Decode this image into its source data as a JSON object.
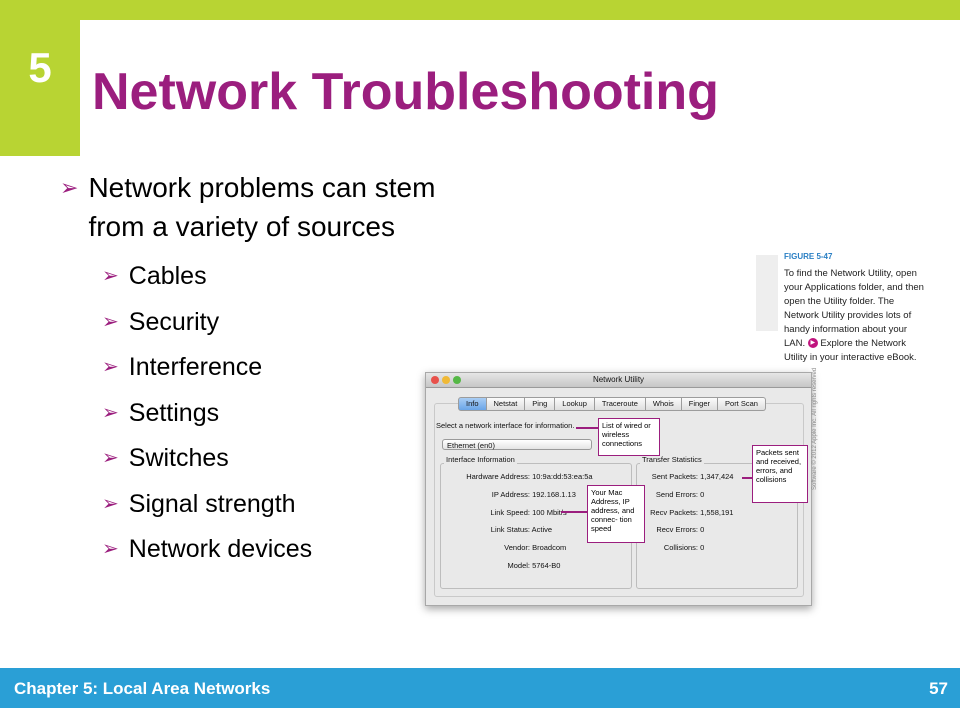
{
  "slide": {
    "chapter_number": "5",
    "title": "Network Troubleshooting",
    "main_bullet": "Network problems can stem from a variety of sources",
    "sub_bullets": [
      "Cables",
      "Security",
      "Interference",
      "Settings",
      "Switches",
      "Signal strength",
      "Network devices"
    ]
  },
  "figure": {
    "label": "FIGURE 5-47",
    "caption_part1": "To find the Network Utility, open your Applications folder, and then open the Utility folder. The Network Utility provides lots of handy information about your LAN.",
    "caption_part2": "Explore the Network Utility in your interactive eBook."
  },
  "window": {
    "title": "Network Utility",
    "tabs": [
      "Info",
      "Netstat",
      "Ping",
      "Lookup",
      "Traceroute",
      "Whois",
      "Finger",
      "Port Scan"
    ],
    "active_tab": "Info",
    "select_prompt": "Select a network interface for information.",
    "interface_selected": "Ethernet (en0)",
    "interface_info_title": "Interface Information",
    "interface_info": [
      {
        "key": "Hardware Address:",
        "value": "10:9a:dd:53:ea:5a"
      },
      {
        "key": "IP Address:",
        "value": "192.168.1.13"
      },
      {
        "key": "Link Speed:",
        "value": "100 Mbit/s"
      },
      {
        "key": "Link Status:",
        "value": "Active"
      },
      {
        "key": "Vendor:",
        "value": "Broadcom"
      },
      {
        "key": "Model:",
        "value": "5764-B0"
      }
    ],
    "transfer_stats_title": "Transfer Statistics",
    "transfer_stats": [
      {
        "key": "Sent Packets:",
        "value": "1,347,424"
      },
      {
        "key": "Send Errors:",
        "value": "0"
      },
      {
        "key": "Recv Packets:",
        "value": "1,558,191"
      },
      {
        "key": "Recv Errors:",
        "value": "0"
      },
      {
        "key": "Collisions:",
        "value": "0"
      }
    ],
    "callouts": {
      "wired": "List of wired or wireless connections",
      "mac": "Your Mac Address, IP address, and connec- tion speed",
      "packets": "Packets sent and received, errors, and collisions"
    },
    "copyright": "Software © 2012 Apple Inc. All rights reserved"
  },
  "footer": {
    "left": "Chapter 5: Local Area Networks",
    "right": "57"
  },
  "colors": {
    "accent_green": "#b8d433",
    "title_purple": "#9b1e7e",
    "footer_blue": "#2a9fd6"
  }
}
